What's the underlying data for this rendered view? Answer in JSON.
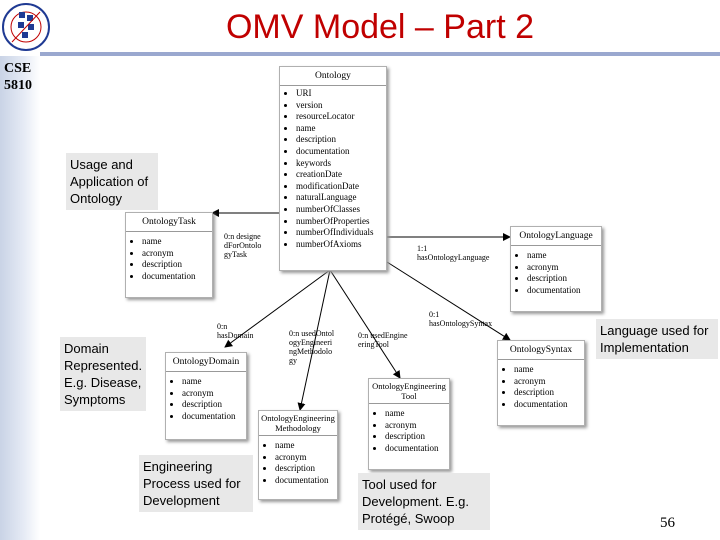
{
  "slide": {
    "title": "OMV Model – Part 2",
    "course": "CSE 5810",
    "page_number": "56"
  },
  "classes": {
    "ontology": {
      "name": "Ontology",
      "attributes": [
        "URI",
        "version",
        "resourceLocator",
        "name",
        "description",
        "documentation",
        "keywords",
        "creationDate",
        "modificationDate",
        "naturalLanguage",
        "numberOfClasses",
        "numberOfProperties",
        "numberOfIndividuals",
        "numberOfAxioms"
      ]
    },
    "ontology_task": {
      "name": "OntologyTask",
      "attributes": [
        "name",
        "acronym",
        "description",
        "documentation"
      ]
    },
    "ontology_language": {
      "name": "OntologyLanguage",
      "attributes": [
        "name",
        "acronym",
        "description",
        "documentation"
      ]
    },
    "ontology_domain": {
      "name": "OntologyDomain",
      "attributes": [
        "name",
        "acronym",
        "description",
        "documentation"
      ]
    },
    "ontology_syntax": {
      "name": "OntologySyntax",
      "attributes": [
        "name",
        "acronym",
        "description",
        "documentation"
      ]
    },
    "ontology_engineering_methodology": {
      "name": "OntologyEngineeringMethodology",
      "attributes": [
        "name",
        "acronym",
        "description",
        "documentation"
      ]
    },
    "ontology_engineering_tool": {
      "name": "OntologyEngineeringTool",
      "attributes": [
        "name",
        "acronym",
        "description",
        "documentation"
      ]
    }
  },
  "relations": {
    "designed_for_task": "0:n designedForOntologyTask",
    "has_language": "1:1 hasOntologyLanguage",
    "has_syntax": "0:1 hasOntologySyntax",
    "has_domain": "0:n hasDomain",
    "used_methodology": "0:n usedOntologyEngineeringMethodology",
    "used_tool": "0:n usedEngineeringTool"
  },
  "notes": {
    "usage": "Usage and Application of Ontology",
    "domain": "Domain Represented. E.g. Disease, Symptoms",
    "language": "Language used for Implementation",
    "engineering": "Engineering Process used for Development",
    "tool": "Tool used for Development. E.g. Protégé, Swoop"
  }
}
